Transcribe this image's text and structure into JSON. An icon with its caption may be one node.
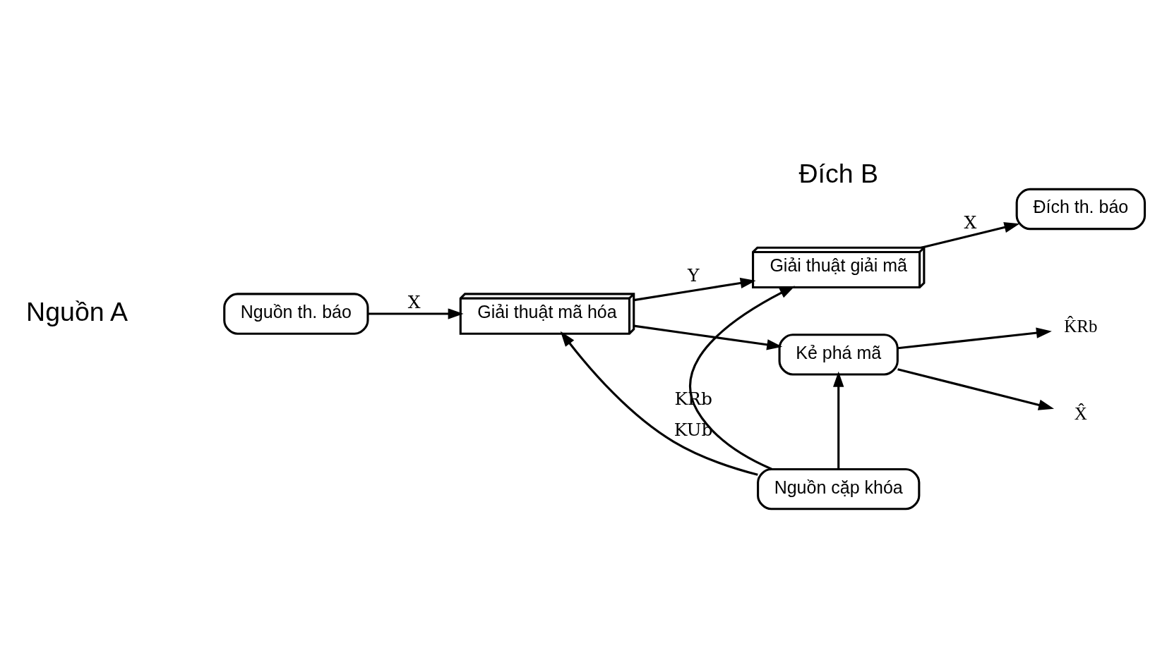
{
  "diagram": {
    "nodes": [
      {
        "text": [
          "Nguồn th. báo"
        ]
      },
      {
        "text": [
          "Giải thuật mã hóa"
        ]
      },
      {
        "text": [
          "Kẻ phá mã"
        ]
      },
      {
        "text": [
          "Giải thuật giải mã"
        ]
      },
      {
        "text": [
          "Đích th. báo"
        ]
      },
      {
        "text": [
          "Nguồn cặp khóa"
        ]
      },
      {
        "text": [
          "X̂"
        ]
      },
      {
        "text": [
          "K̂Rb"
        ]
      }
    ],
    "edges": [
      {
        "from": 0,
        "to": 1,
        "arrow": "to",
        "label": "X"
      },
      {
        "from": 1,
        "to": 3,
        "arrow": "to",
        "label": "Y"
      },
      {
        "from": 1,
        "to": 2,
        "arrow": "to"
      },
      {
        "from": 5,
        "to": 1,
        "arrow": "to",
        "label": "KUb"
      },
      {
        "from": 5,
        "to": 2,
        "arrow": "to"
      },
      {
        "from": 5,
        "to": 3,
        "arrow": "to",
        "label": "KRb"
      },
      {
        "from": 3,
        "to": 4,
        "arrow": "to",
        "label": "X"
      },
      {
        "from": 2,
        "to": 6,
        "arrow": "to"
      },
      {
        "from": 2,
        "to": 7,
        "arrow": "to"
      }
    ],
    "labels": [
      "Nguồn A",
      "Đích B"
    ]
  }
}
